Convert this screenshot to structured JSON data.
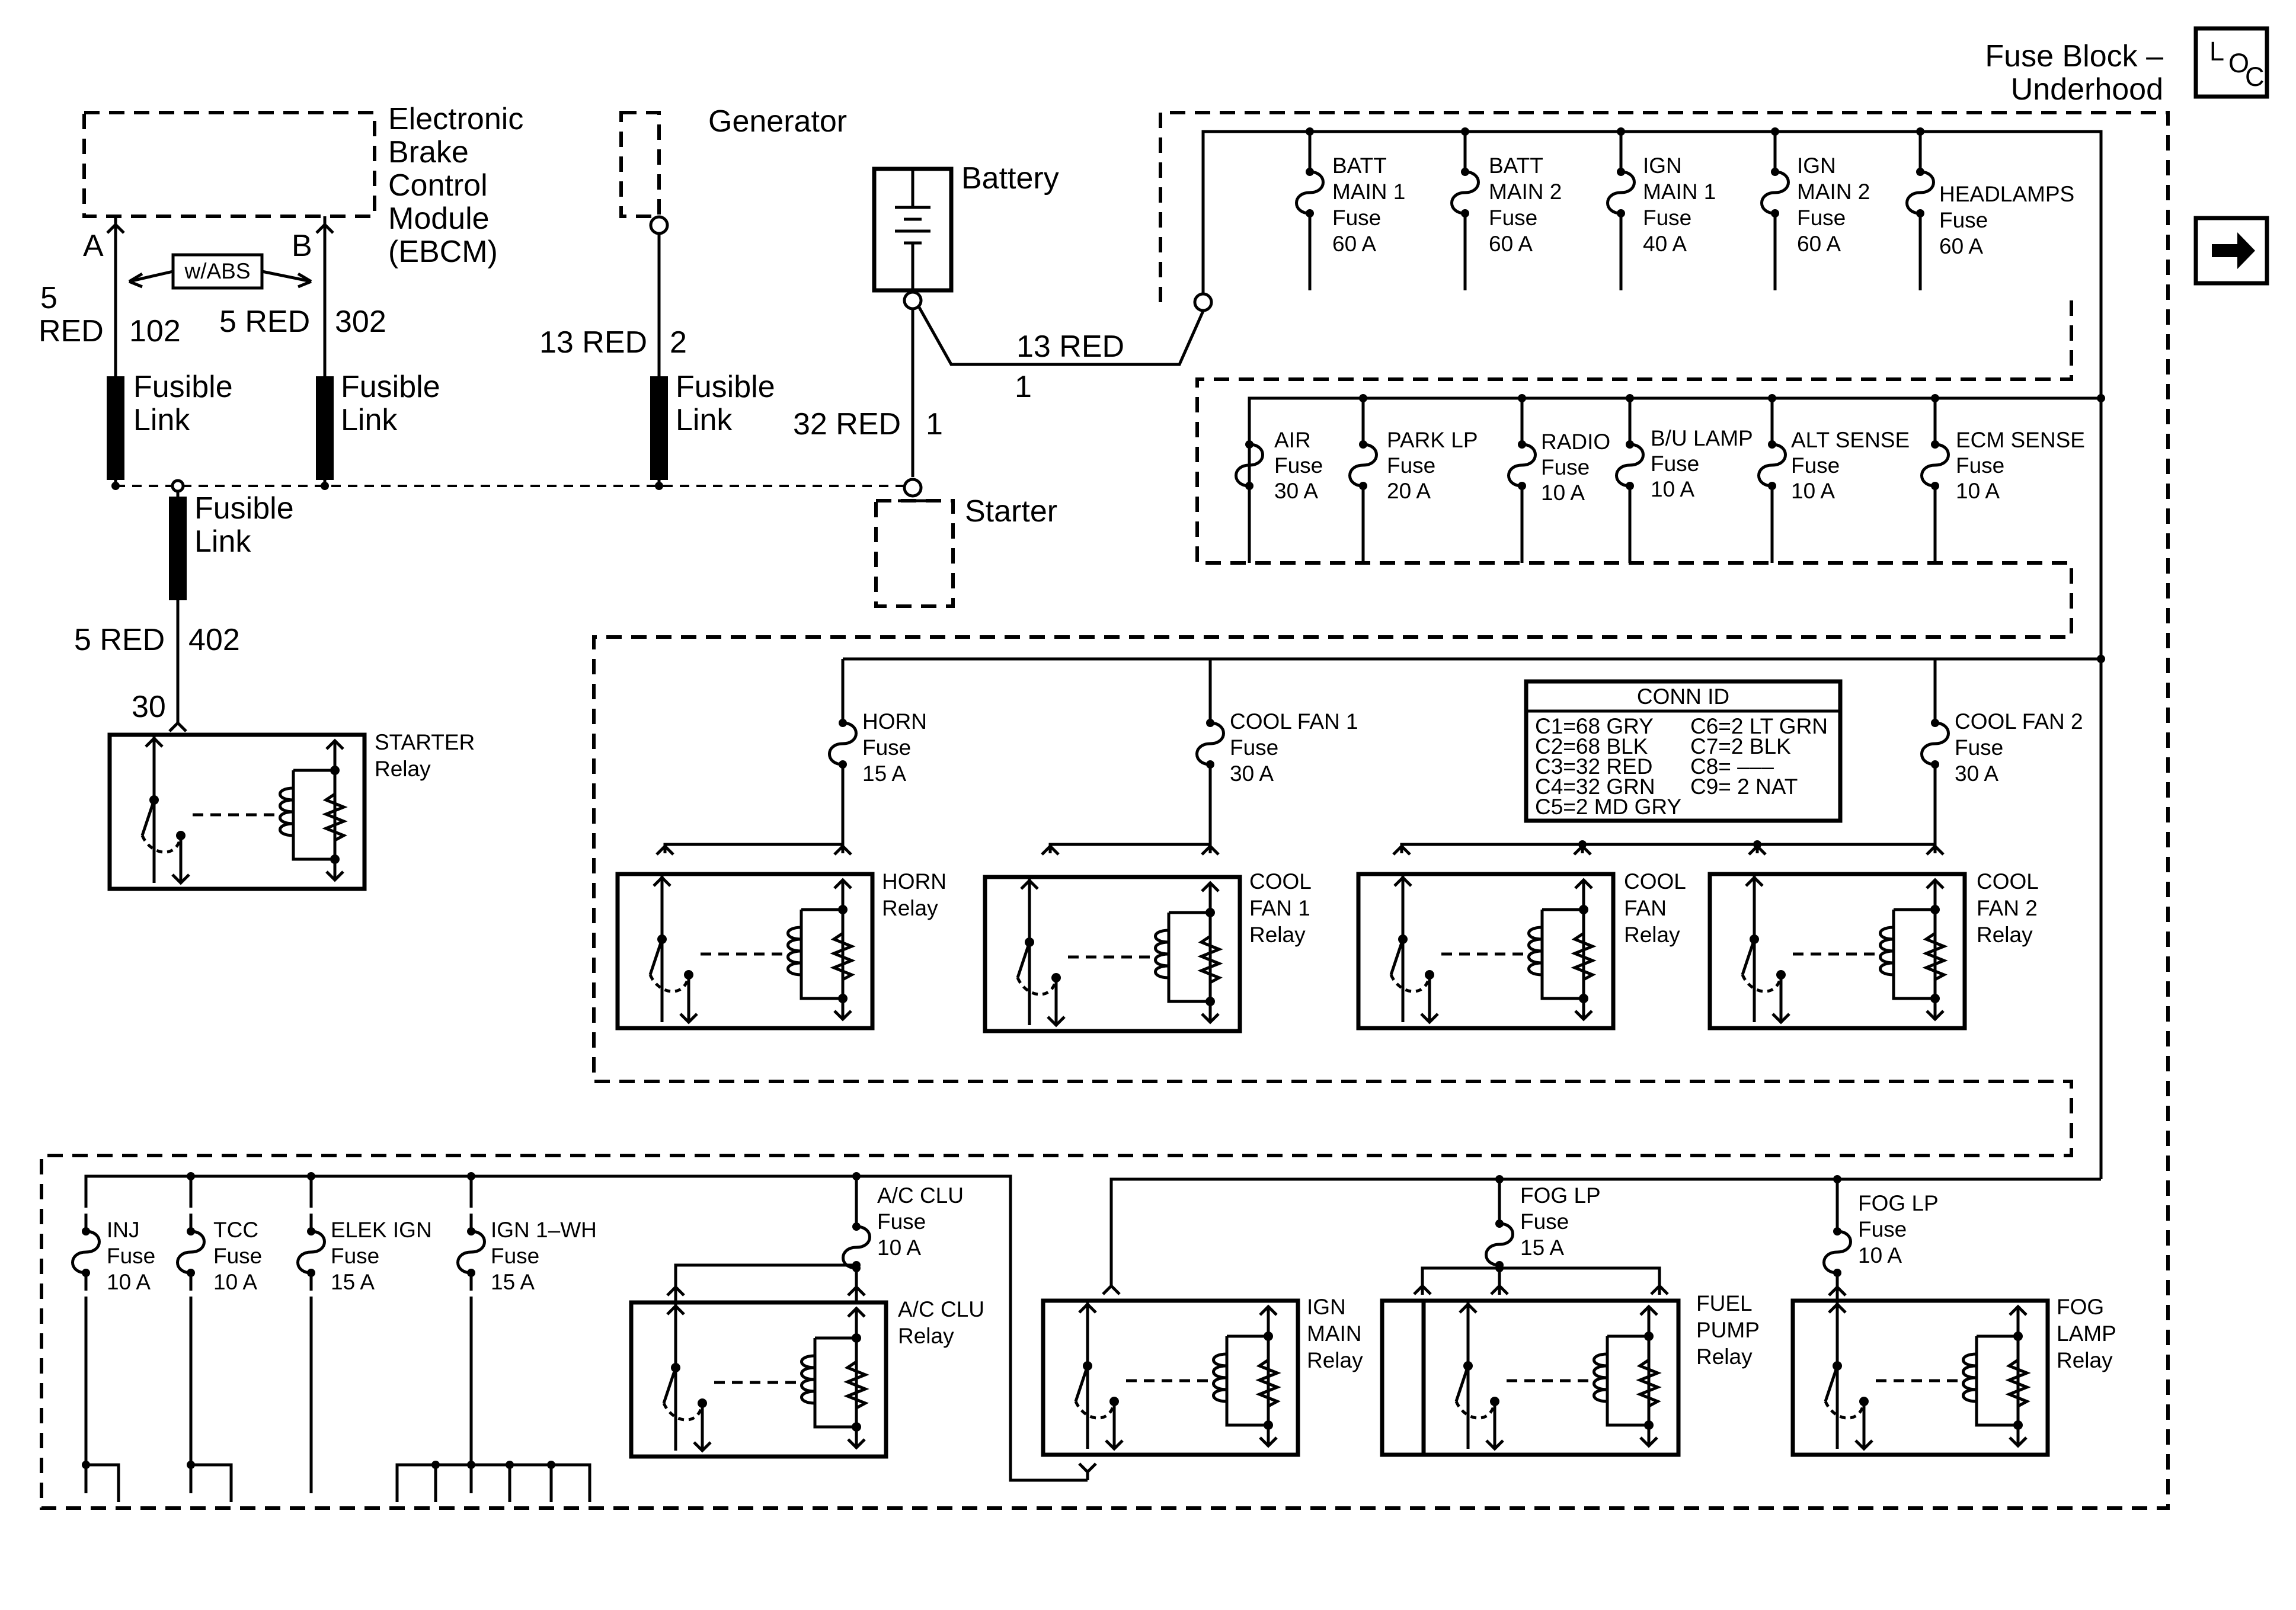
{
  "fuse_block": {
    "title_line1": "Fuse Block –",
    "title_line2": "Underhood"
  },
  "loc_icon": {
    "l": "L",
    "o": "O",
    "c": "C"
  },
  "next_icon": "arrow-right-icon",
  "ebcm": {
    "line1": "Electronic",
    "line2": "Brake",
    "line3": "Control",
    "line4": "Module",
    "line5": "(EBCM)",
    "pin_a": "A",
    "pin_b": "B",
    "option": "w/ABS",
    "wire_a_gauge": "5",
    "wire_a_color": "RED",
    "wire_a_circuit": "102",
    "wire_b": "5 RED",
    "wire_b_circuit": "302"
  },
  "generator": {
    "label": "Generator",
    "wire": "13 RED",
    "circuit": "2"
  },
  "battery": {
    "label": "Battery",
    "wire_to_fuse": "13 RED",
    "wire_to_fuse_circuit": "1"
  },
  "starter": {
    "label": "Starter",
    "wire": "32 RED",
    "circuit": "1"
  },
  "fusible_link": {
    "line1": "Fusible",
    "line2": "Link"
  },
  "starter_feed": {
    "wire": "5 RED",
    "circuit": "402",
    "pin": "30"
  },
  "starter_relay": {
    "line1": "STARTER",
    "line2": "Relay"
  },
  "row1_fuses": [
    {
      "l1": "BATT",
      "l2": "MAIN 1",
      "l3": "Fuse",
      "l4": "60 A"
    },
    {
      "l1": "BATT",
      "l2": "MAIN 2",
      "l3": "Fuse",
      "l4": "60 A"
    },
    {
      "l1": "IGN",
      "l2": "MAIN 1",
      "l3": "Fuse",
      "l4": "40 A"
    },
    {
      "l1": "IGN",
      "l2": "MAIN 2",
      "l3": "Fuse",
      "l4": "60 A"
    },
    {
      "l1": "HEADLAMPS",
      "l2": "Fuse",
      "l3": "60 A"
    }
  ],
  "row2_fuses": [
    {
      "l1": "AIR",
      "l2": "Fuse",
      "l3": "30 A"
    },
    {
      "l1": "PARK LP",
      "l2": "Fuse",
      "l3": "20 A"
    },
    {
      "l1": "RADIO",
      "l2": "Fuse",
      "l3": "10 A"
    },
    {
      "l1": "B/U LAMP",
      "l2": "Fuse",
      "l3": "10 A"
    },
    {
      "l1": "ALT SENSE",
      "l2": "Fuse",
      "l3": "10 A"
    },
    {
      "l1": "ECM SENSE",
      "l2": "Fuse",
      "l3": "10 A"
    }
  ],
  "row3_fuses": [
    {
      "l1": "HORN",
      "l2": "Fuse",
      "l3": "15 A"
    },
    {
      "l1": "COOL FAN 1",
      "l2": "Fuse",
      "l3": "30 A"
    },
    {
      "l1": "COOL FAN 2",
      "l2": "Fuse",
      "l3": "30 A"
    }
  ],
  "row3_relays": [
    {
      "l1": "HORN",
      "l2": "Relay"
    },
    {
      "l1": "COOL",
      "l2": "FAN 1",
      "l3": "Relay"
    },
    {
      "l1": "COOL",
      "l2": "FAN",
      "l3": "Relay"
    },
    {
      "l1": "COOL",
      "l2": "FAN 2",
      "l3": "Relay"
    }
  ],
  "conn_id": {
    "title": "CONN ID",
    "left": [
      "C1=68 GRY",
      "C2=68 BLK",
      "C3=32 RED",
      "C4=32 GRN",
      "C5=2 MD GRY"
    ],
    "right": [
      "C6=2 LT GRN",
      "C7=2 BLK",
      "C8= –––",
      "C9= 2 NAT"
    ]
  },
  "row4_fuses": [
    {
      "l1": "INJ",
      "l2": "Fuse",
      "l3": "10 A"
    },
    {
      "l1": "TCC",
      "l2": "Fuse",
      "l3": "10 A"
    },
    {
      "l1": "ELEK IGN",
      "l2": "Fuse",
      "l3": "15  A"
    },
    {
      "l1": "IGN 1–WH",
      "l2": "Fuse",
      "l3": "15  A"
    },
    {
      "l1": "A/C CLU",
      "l2": "Fuse",
      "l3": "10 A"
    },
    {
      "l1": "FOG LP",
      "l2": "Fuse",
      "l3": "15 A"
    },
    {
      "l1": "FOG LP",
      "l2": "Fuse",
      "l3": "10 A"
    }
  ],
  "row4_relays": [
    {
      "l1": "A/C CLU",
      "l2": "Relay"
    },
    {
      "l1": "IGN",
      "l2": "MAIN",
      "l3": "Relay"
    },
    {
      "l1": "FUEL",
      "l2": "PUMP",
      "l3": "Relay"
    },
    {
      "l1": "FOG",
      "l2": "LAMP",
      "l3": "Relay"
    }
  ]
}
